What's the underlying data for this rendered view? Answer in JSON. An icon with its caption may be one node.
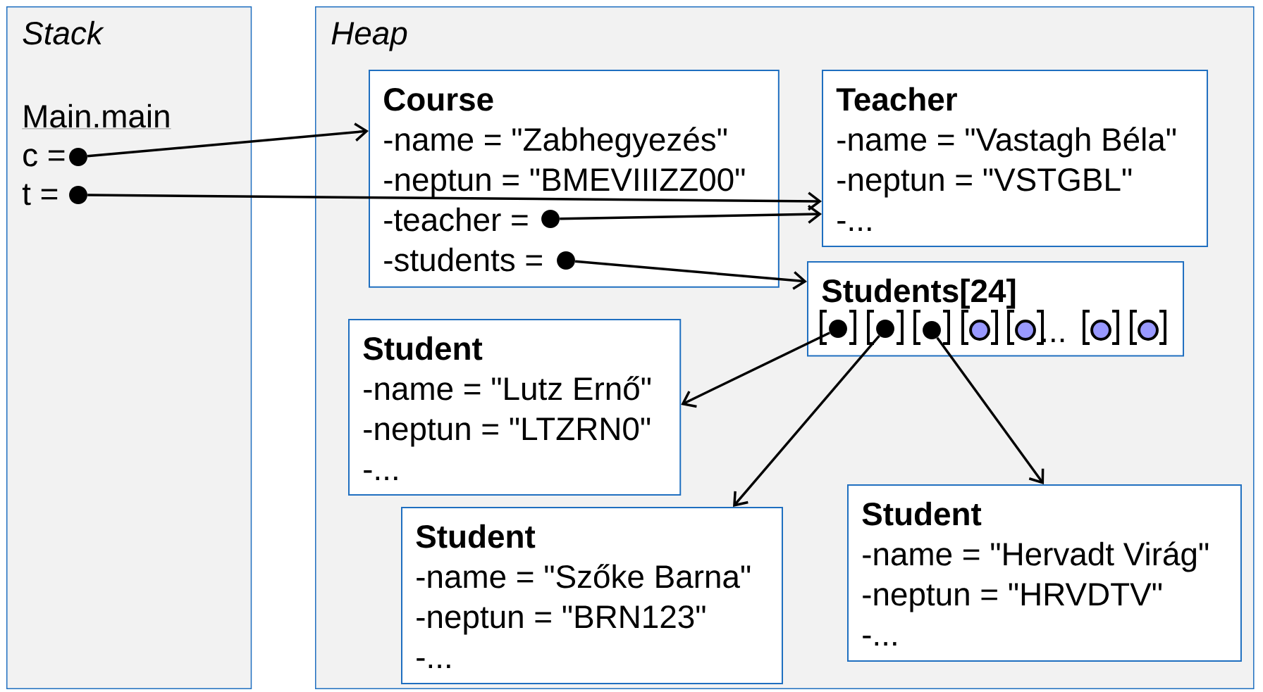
{
  "diagram": {
    "nodes": [
      {
        "text": [
          "Stack",
          "Main.main",
          "c =",
          "t ="
        ]
      },
      {
        "text": [],
        "shape": "circle",
        "in": 0
      },
      {
        "text": [],
        "shape": "circle",
        "in": 0
      },
      {
        "text": [
          "Heap"
        ]
      },
      {
        "text": [
          "Course",
          "-name = \"Zabhegyezés\"",
          "-neptun = \"BMEVIIIZZ00\"",
          "-teacher =",
          "-students ="
        ],
        "in": 3
      },
      {
        "text": [],
        "shape": "circle",
        "in": 4
      },
      {
        "text": [],
        "shape": "circle",
        "in": 4
      },
      {
        "text": [
          "Teacher",
          "-name = \"Vastagh Béla\"",
          "-neptun = \"VSTGBL\"",
          "-..."
        ],
        "in": 3
      },
      {
        "text": [
          "Students[24]",
          "..."
        ],
        "in": 3
      },
      {
        "text": [],
        "shape": "circle",
        "in": 8
      },
      {
        "text": [],
        "shape": "circle",
        "in": 8
      },
      {
        "text": [],
        "shape": "circle",
        "in": 8
      },
      {
        "text": [],
        "shape": "circle",
        "in": 8
      },
      {
        "text": [],
        "shape": "circle",
        "in": 8
      },
      {
        "text": [],
        "shape": "circle",
        "in": 8
      },
      {
        "text": [],
        "shape": "circle",
        "in": 8
      },
      {
        "text": [
          "Student",
          "-name = \"Lutz Ernő\"",
          "-neptun = \"LTZRN0\"",
          "-..."
        ],
        "in": 3
      },
      {
        "text": [
          "Student",
          "-name = \"Szőke Barna\"",
          "-neptun = \"BRN123\"",
          "-..."
        ],
        "in": 3
      },
      {
        "text": [
          "Student",
          "-name = \"Hervadt Virág\"",
          "-neptun = \"HRVDTV\"",
          "-..."
        ],
        "in": 3
      }
    ],
    "edges": [
      {
        "from": 1,
        "to": 4,
        "arrow": "to"
      },
      {
        "from": 2,
        "to": 7,
        "arrow": "to"
      },
      {
        "from": 5,
        "to": 7,
        "arrow": "to"
      },
      {
        "from": 6,
        "to": 8,
        "arrow": "to"
      },
      {
        "from": 9,
        "to": 16,
        "arrow": "to"
      },
      {
        "from": 10,
        "to": 17,
        "arrow": "to"
      },
      {
        "from": 11,
        "to": 18,
        "arrow": "to"
      }
    ]
  }
}
